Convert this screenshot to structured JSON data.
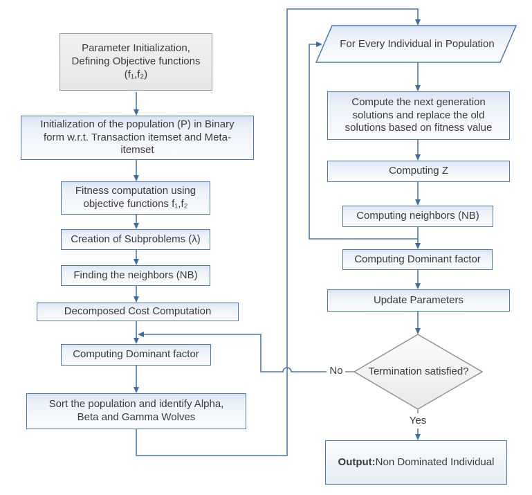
{
  "colors": {
    "accent_blue": "#4a79ad",
    "arrowhead_blue": "#3c6da6",
    "gray_border": "#9c9c9c",
    "text": "#3a3a3a"
  },
  "nodes": {
    "param_init": {
      "label": "Parameter Initialization,\nDefining Objective functions\n(f₁,f₂)"
    },
    "init_population": {
      "label": "Initialization of the population (P) in Binary\nform w.r.t. Transaction itemset and Meta-\nitemset"
    },
    "fitness": {
      "label": "Fitness computation using\nobjective functions f₁,f₂"
    },
    "subproblems": {
      "label": "Creation of Subproblems (λ)"
    },
    "find_neighbors": {
      "label": "Finding the neighbors (NB)"
    },
    "decomposed_cost": {
      "label": "Decomposed Cost Computation"
    },
    "dominant_left": {
      "label": "Computing Dominant factor"
    },
    "sort_population": {
      "label": "Sort the population and identify Alpha,\nBeta and Gamma Wolves"
    },
    "foreach": {
      "label": "For Every Individual in Population"
    },
    "compute_next": {
      "label": "Compute the next generation\nsolutions and replace the old\nsolutions based on fitness value"
    },
    "computing_z": {
      "label": "Computing Z"
    },
    "computing_neighbors": {
      "label": "Computing neighbors (NB)"
    },
    "dominant_right": {
      "label": "Computing Dominant factor"
    },
    "update_parameters": {
      "label": "Update Parameters"
    },
    "termination": {
      "label": "Termination satisfied?"
    },
    "output": {
      "bold": "Output:",
      "rest": " Non Dominated Individual"
    }
  },
  "edge_labels": {
    "no": "No",
    "yes": "Yes"
  }
}
